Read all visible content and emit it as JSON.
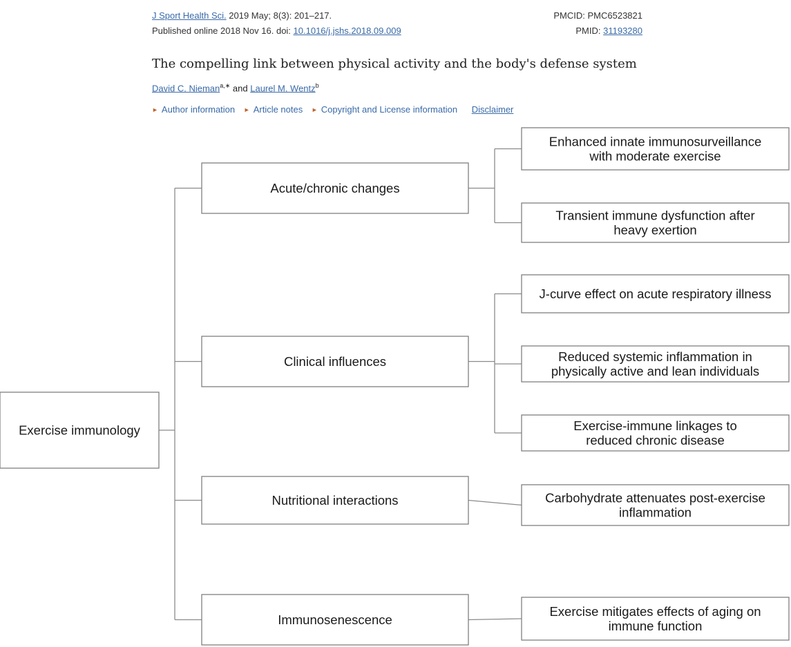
{
  "citation": {
    "journal": "J Sport Health Sci.",
    "details": " 2019 May; 8(3): 201–217.",
    "published": "Published online 2018 Nov 16. doi: ",
    "doi": "10.1016/j.jshs.2018.09.009",
    "pmcid": "PMCID: PMC6523821",
    "pmid_label": "PMID: ",
    "pmid": "31193280"
  },
  "article": {
    "title": "The compelling link between physical activity and the body's defense system",
    "author1": "David C. Nieman",
    "author1_sup": "a,∗",
    "and": " and ",
    "author2": "Laurel M. Wentz",
    "author2_sup": "b"
  },
  "notes_bar": {
    "author_info": "Author information",
    "article_notes": "Article notes",
    "copyright": "Copyright and License information",
    "disclaimer": "Disclaimer"
  },
  "diagram": {
    "root": "Exercise immunology",
    "branches": [
      {
        "label": "Acute/chronic changes",
        "children": [
          [
            "Enhanced innate immunosurveillance",
            "with moderate exercise"
          ],
          [
            "Transient immune dysfunction after",
            "heavy exertion"
          ]
        ]
      },
      {
        "label": "Clinical influences",
        "children": [
          [
            "J-curve effect on acute respiratory illness"
          ],
          [
            "Reduced systemic inflammation in",
            "physically active and lean individuals"
          ],
          [
            "Exercise-immune linkages to",
            "reduced chronic disease"
          ]
        ]
      },
      {
        "label": "Nutritional interactions",
        "children": [
          [
            "Carbohydrate attenuates post-exercise",
            "inflammation"
          ]
        ]
      },
      {
        "label": "Immunosenescence",
        "children": [
          [
            "Exercise mitigates effects of aging on",
            "immune function"
          ]
        ]
      }
    ]
  }
}
